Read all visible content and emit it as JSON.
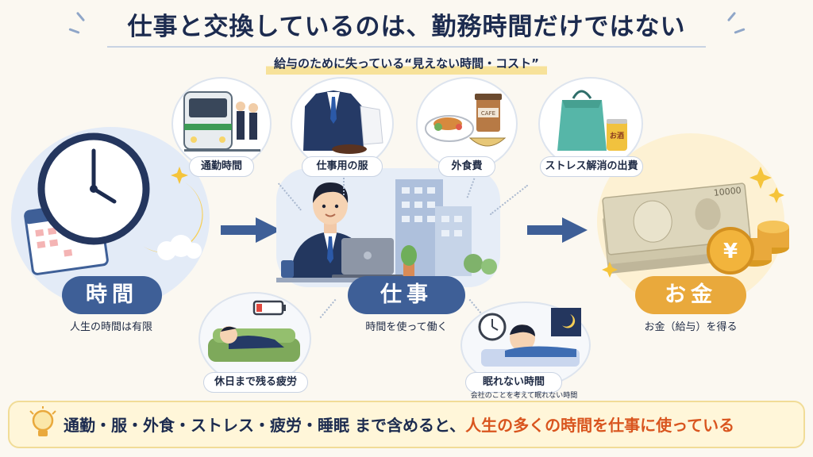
{
  "title": "仕事と交換しているのは、勤務時間だけではない",
  "subtitle": "給与のために失っている“見えない時間・コスト”",
  "left": {
    "label": "時間",
    "caption": "人生の時間は有限"
  },
  "center": {
    "label": "仕事",
    "caption": "時間を使って働く"
  },
  "right": {
    "label": "お金",
    "caption": "お金（給与）を得る"
  },
  "top_items": [
    {
      "label": "通勤時間"
    },
    {
      "label": "仕事用の服"
    },
    {
      "label": "外食費"
    },
    {
      "label": "ストレス解消の出費"
    }
  ],
  "bottom_items": [
    {
      "label": "休日まで残る疲労"
    },
    {
      "label": "眠れない時間",
      "sub": "会社のことを考えて眠れない時間"
    }
  ],
  "illustration_text": {
    "cafe": "CAFE",
    "sake": "お酒",
    "yen": "¥",
    "bill": "10000"
  },
  "banner": {
    "prefix": "通勤・服・外食・ストレス・疲労・睡眠 まで含めると、",
    "highlight": "人生の多くの時間を仕事に使っている"
  },
  "colors": {
    "navy": "#1c2b4f",
    "blue": "#3e5f97",
    "gold": "#e9a93c",
    "orange_highlight": "#d9551f"
  }
}
